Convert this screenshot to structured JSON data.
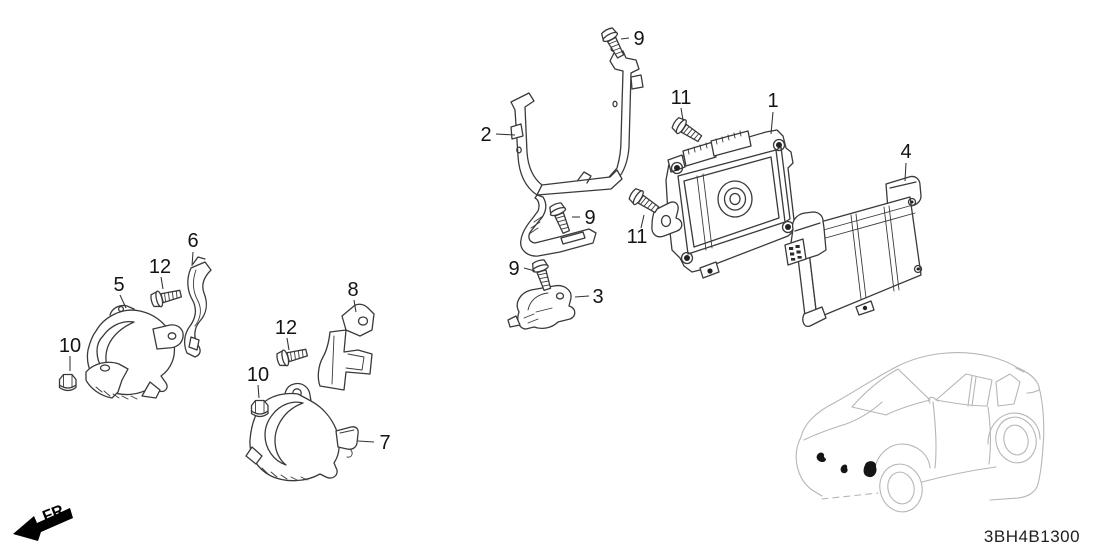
{
  "diagram": {
    "part_code": "3BH4B1300",
    "direction_label": "FR."
  },
  "callouts": {
    "ecm": "1",
    "ecm_bracket": "2",
    "stay": "3",
    "control_unit": "4",
    "horn_low": "5",
    "horn_low_bracket": "6",
    "horn_high": "7",
    "horn_high_bracket": "8",
    "bolt": "9",
    "nut": "10",
    "ecm_bolt": "11",
    "horn_bolt": "12"
  },
  "colors": {
    "line": "#3a3a3a",
    "car_outline": "#b6b6b6",
    "label_text": "#141414"
  }
}
